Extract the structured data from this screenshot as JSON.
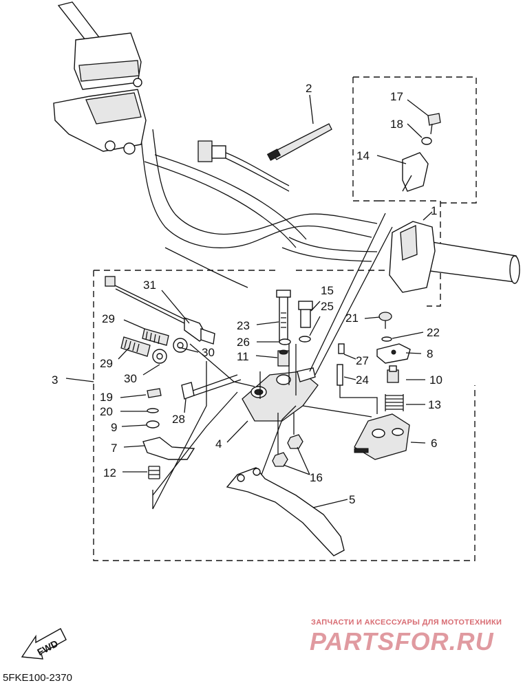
{
  "diagram": {
    "catalog_code": "5FKE100-2370",
    "fwd_label": "FWD",
    "watermark_tagline": "ЗАПЧАСТИ И АКСЕССУАРЫ ДЛЯ МОТОТЕХНИКИ",
    "watermark_brand": "PARTSFOR.RU",
    "callouts": [
      "1",
      "2",
      "3",
      "4",
      "5",
      "6",
      "7",
      "8",
      "9",
      "10",
      "11",
      "12",
      "13",
      "14",
      "15",
      "16",
      "17",
      "18",
      "19",
      "20",
      "21",
      "22",
      "23",
      "24",
      "25",
      "26",
      "27",
      "28",
      "29",
      "29",
      "30",
      "30",
      "31"
    ]
  }
}
